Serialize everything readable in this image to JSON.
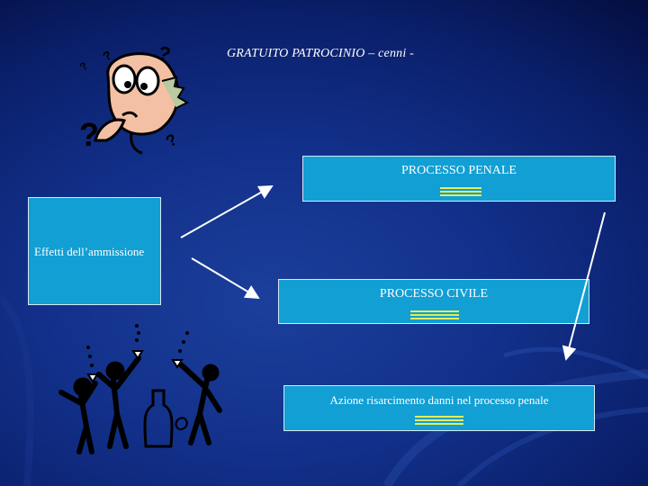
{
  "slide": {
    "title": "GRATUITO PATROCINIO – cenni -",
    "background_color": "#12308a",
    "box_color": "#119fd4",
    "link_color": "#e6ec58"
  },
  "boxes": {
    "effetti": "Effetti dell’ammissione",
    "penale": "PROCESSO PENALE",
    "civile": "PROCESSO CIVILE",
    "azione": "Azione risarcimento danni nel processo penale"
  },
  "clipart": {
    "top": "confused-man-clipart",
    "bottom": "party-people-clipart"
  }
}
